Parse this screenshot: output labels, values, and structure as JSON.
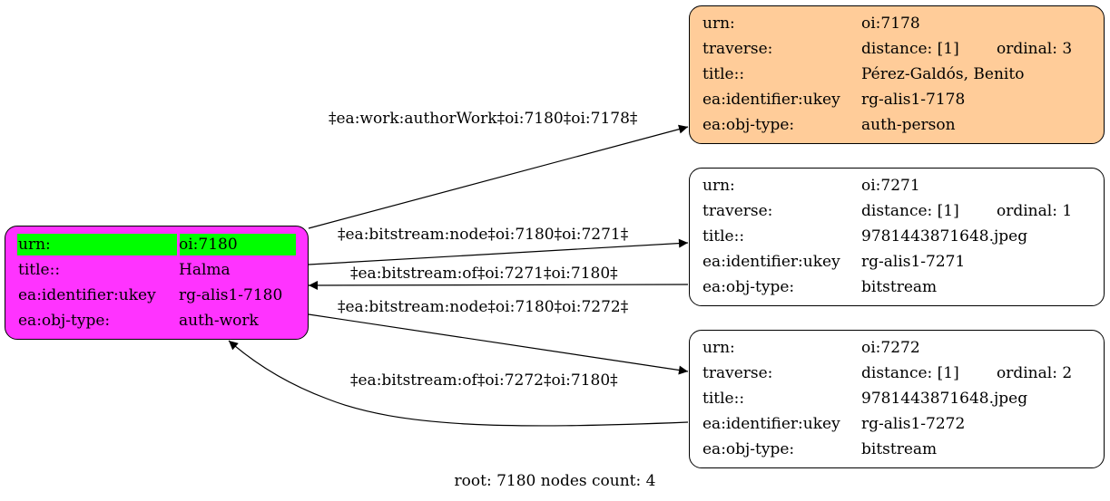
{
  "colors": {
    "root_fill": "#ff33ff",
    "person_fill": "#ffcc99",
    "key_highlight": "#00ff00",
    "default_fill": "#ffffff"
  },
  "nodes": [
    {
      "id": "7180",
      "fill": "#ff33ff",
      "rows": [
        {
          "key": "urn:",
          "value": "oi:7180"
        },
        {
          "key": "title::",
          "value": "Halma"
        },
        {
          "key": "ea:identifier:ukey",
          "value": "rg-alis1-7180"
        },
        {
          "key": "ea:obj-type:",
          "value": "auth-work"
        }
      ]
    },
    {
      "id": "7178",
      "fill": "#ffcc99",
      "rows": [
        {
          "key": "urn:",
          "value": "oi:7178"
        },
        {
          "key": "traverse:",
          "value": "distance: [1]",
          "extra": "ordinal: 3"
        },
        {
          "key": "title::",
          "value": "Pérez-Galdós, Benito"
        },
        {
          "key": "ea:identifier:ukey",
          "value": "rg-alis1-7178"
        },
        {
          "key": "ea:obj-type:",
          "value": "auth-person"
        }
      ]
    },
    {
      "id": "7271",
      "fill": "#ffffff",
      "rows": [
        {
          "key": "urn:",
          "value": "oi:7271"
        },
        {
          "key": "traverse:",
          "value": "distance: [1]",
          "extra": "ordinal: 1"
        },
        {
          "key": "title::",
          "value": "9781443871648.jpeg"
        },
        {
          "key": "ea:identifier:ukey",
          "value": "rg-alis1-7271"
        },
        {
          "key": "ea:obj-type:",
          "value": "bitstream"
        }
      ]
    },
    {
      "id": "7272",
      "fill": "#ffffff",
      "rows": [
        {
          "key": "urn:",
          "value": "oi:7272"
        },
        {
          "key": "traverse:",
          "value": "distance: [1]",
          "extra": "ordinal: 2"
        },
        {
          "key": "title::",
          "value": "9781443871648.jpeg"
        },
        {
          "key": "ea:identifier:ukey",
          "value": "rg-alis1-7272"
        },
        {
          "key": "ea:obj-type:",
          "value": "bitstream"
        }
      ]
    }
  ],
  "edges": [
    {
      "label": "‡ea:work:authorWork‡oi:7180‡oi:7178‡"
    },
    {
      "label": "‡ea:bitstream:node‡oi:7180‡oi:7271‡"
    },
    {
      "label": "‡ea:bitstream:of‡oi:7271‡oi:7180‡"
    },
    {
      "label": "‡ea:bitstream:node‡oi:7180‡oi:7272‡"
    },
    {
      "label": "‡ea:bitstream:of‡oi:7272‡oi:7180‡"
    }
  ],
  "footer": "root: 7180 nodes count: 4"
}
